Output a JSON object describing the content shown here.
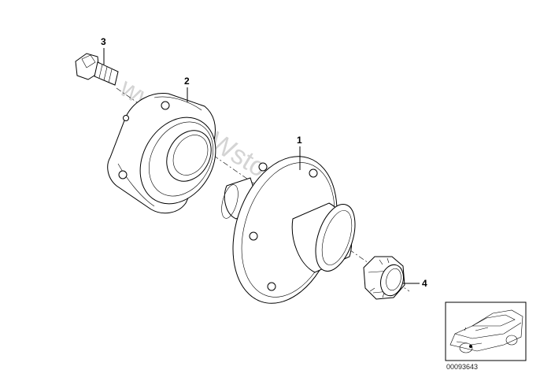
{
  "callouts": {
    "part1": "1",
    "part2": "2",
    "part3": "3",
    "part4": "4"
  },
  "watermark": "www.BMWstore.ru",
  "thumbnail": {
    "part_number": "00093643"
  }
}
